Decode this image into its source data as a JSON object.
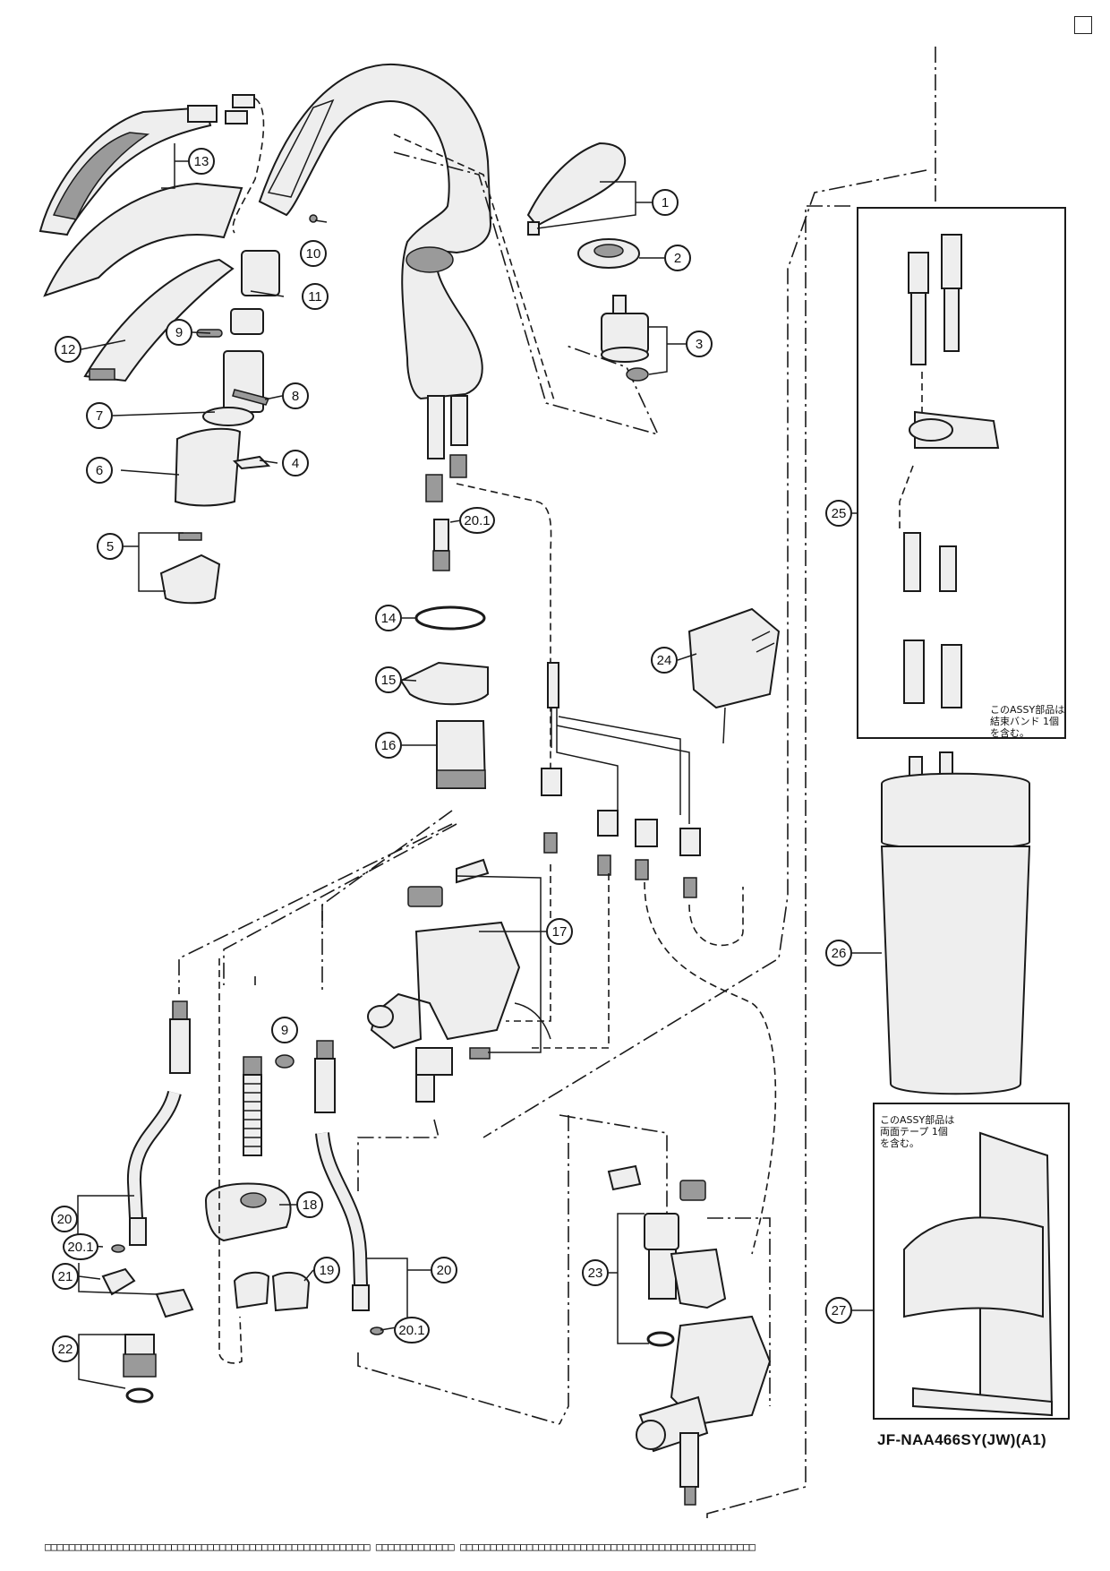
{
  "model_code": "JF-NAA466SY(JW)(A1)",
  "notes": {
    "box25": "このASSY部品は\n結束バンド 1個\nを含む。",
    "box27": "このASSY部品は\n両面テープ 1個\nを含む。"
  },
  "footer_text": "□□□□□□□□□□□□□□□□□□□□□□□□□□□□□□□□□□□□□□□□□□□□□□□□□□□□□□ □□□□□□□□□□□□□ □□□□□□□□□□□□□□□□□□□□□□□□□□□□□□□□□□□□□□□□□□□□□□□□□",
  "callouts": [
    "1",
    "2",
    "3",
    "4",
    "5",
    "6",
    "7",
    "8",
    "9",
    "10",
    "11",
    "12",
    "13",
    "14",
    "15",
    "16",
    "17",
    "18",
    "19",
    "20",
    "20.1",
    "21",
    "22",
    "23",
    "24",
    "25",
    "26",
    "27"
  ],
  "colors": {
    "line": "#1a1a1a",
    "part_fill": "#e8e8e8",
    "part_dark": "#555555"
  }
}
